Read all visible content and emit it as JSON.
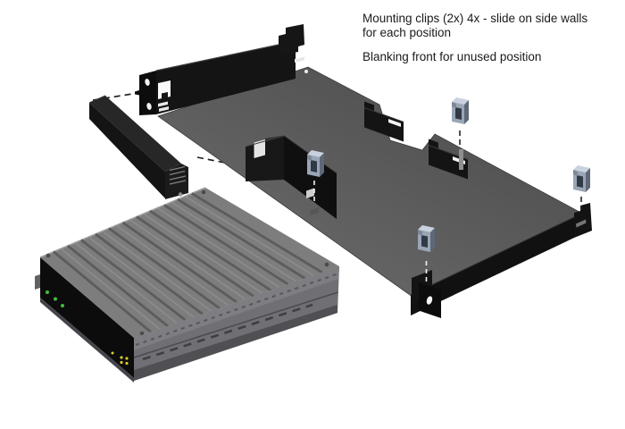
{
  "figure": {
    "type": "exploded-assembly-diagram",
    "subject": "Rack mount tray with device enclosure, mounting clips and blanking front",
    "mounting_clips_visible": 4
  },
  "annotations": {
    "note1_line1": "Mounting clips (2x) 4x - slide on side walls",
    "note1_line2": "for each position",
    "note2": "Blanking front for unused position"
  },
  "colors": {
    "background": "#ffffff",
    "text": "#1a1a1a",
    "tray_dark": "#484848",
    "tray_light": "#6f6f6f",
    "metal_black": "#141414",
    "metal_black_deep": "#0c0c0c",
    "device_top": "#7d7d7d",
    "device_side": "#707074",
    "device_front": "#0c0c0c",
    "clip_light": "#c9d2de",
    "clip_mid": "#9aa6b6",
    "clip_dark": "#5f6878",
    "clip_hole": "#313946",
    "led_green": "#3fbf3f",
    "led_yellow": "#d9c832"
  }
}
